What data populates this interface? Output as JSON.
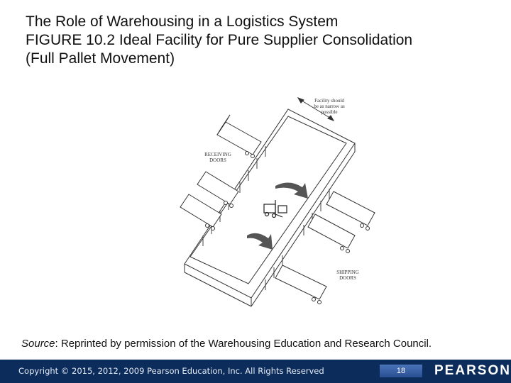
{
  "slide": {
    "title_lines": [
      "The Role of Warehousing in a Logistics System",
      "FIGURE 10.2 Ideal Facility for Pure Supplier Consolidation",
      "(Full Pallet Movement)"
    ]
  },
  "figure": {
    "label_facility": [
      "Facility should",
      "be as narrow as",
      "possible"
    ],
    "label_receiving": [
      "RECEIVING",
      "DOORS"
    ],
    "label_shipping": [
      "SHIPPING",
      "DOORS"
    ]
  },
  "source": {
    "prefix": "Source",
    "text": ": Reprinted by permission of the Warehousing Education and Research Council."
  },
  "footer": {
    "copyright": "Copyright © 2015, 2012, 2009 Pearson Education, Inc. All Rights Reserved",
    "page_number": "18",
    "brand": "PEARSON"
  }
}
